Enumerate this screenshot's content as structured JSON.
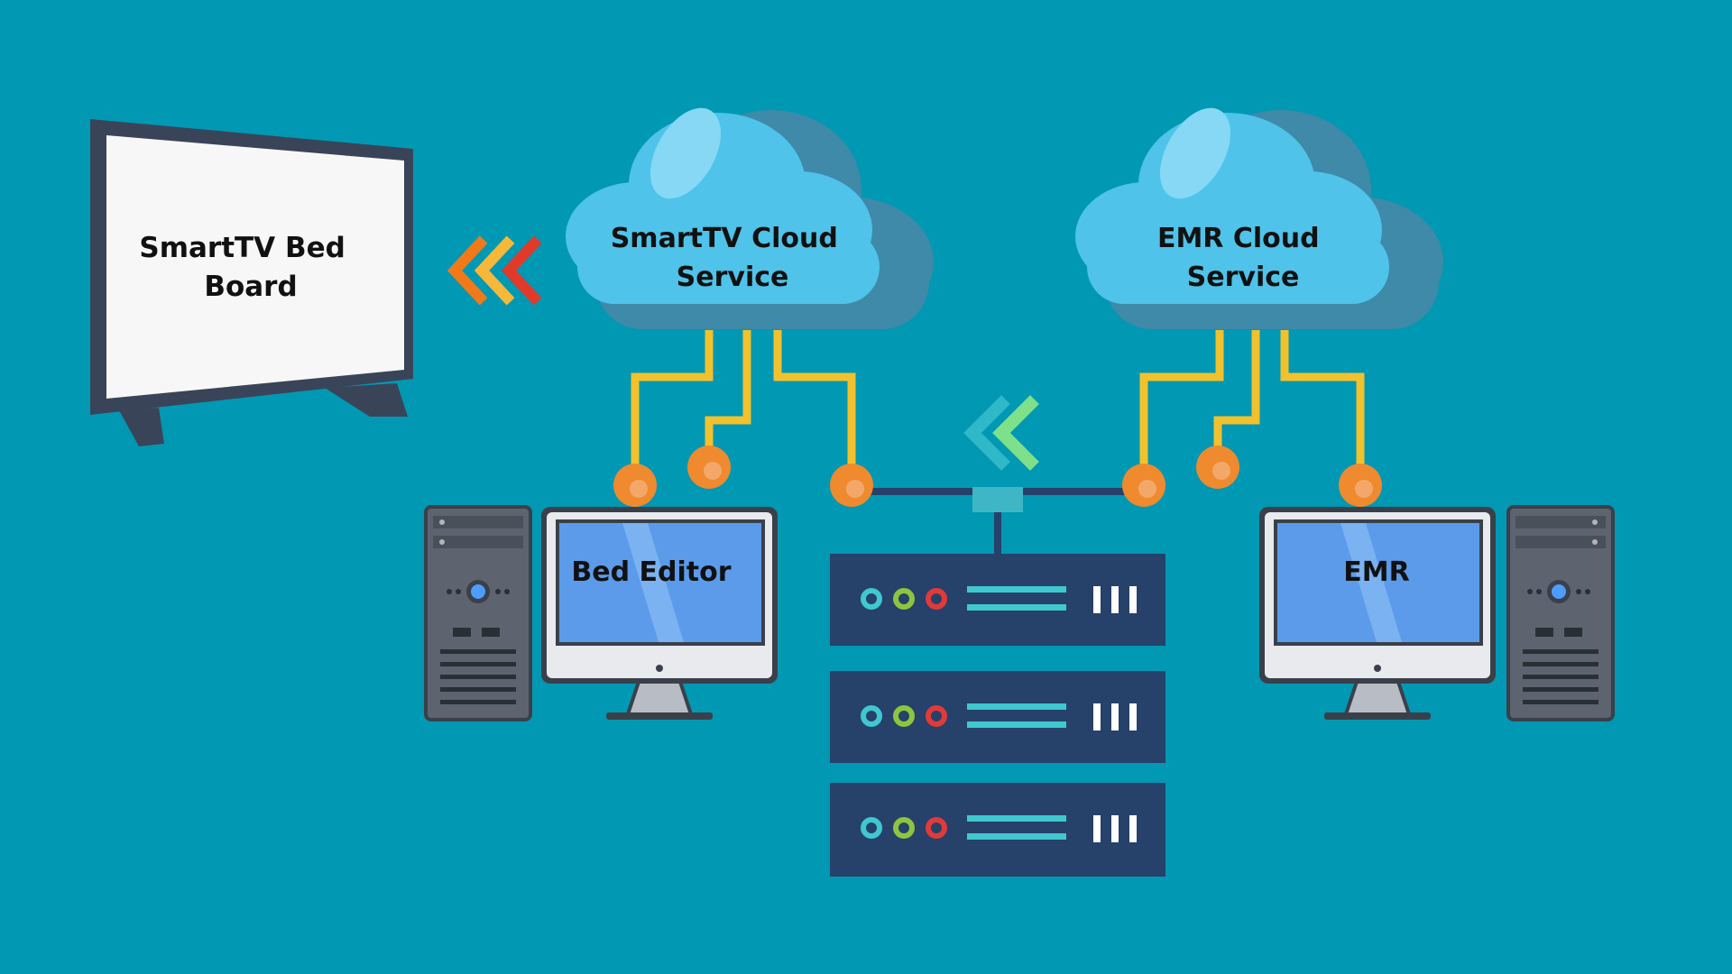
{
  "nodes": {
    "smart_tv": {
      "line1": "SmartTV Bed",
      "line2": "Board"
    },
    "smarttv_cloud": {
      "line1": "SmartTV Cloud",
      "line2": "Service"
    },
    "emr_cloud": {
      "line1": "EMR Cloud",
      "line2": "Service"
    },
    "bed_editor": {
      "label": "Bed Editor"
    },
    "emr": {
      "label": "EMR"
    }
  },
  "colors": {
    "background": "#0098b3",
    "cloud": "#4fc3ea",
    "cloud_shadow": "#3e8aa8",
    "wire": "#f2c12e",
    "connector": "#ef8a2e",
    "server": "#26416a",
    "arrow_orange": [
      "#f07a1a",
      "#f5b83a",
      "#e03a2a"
    ],
    "arrow_green": [
      "#2fb8c8",
      "#7ee08a"
    ],
    "monitor_screen": "#5b9bea",
    "tower": "#5d6470"
  },
  "icons": [
    "smart-tv-icon",
    "cloud-icon",
    "desktop-monitor-icon",
    "pc-tower-icon",
    "server-rack-icon",
    "chevron-left-icon"
  ]
}
